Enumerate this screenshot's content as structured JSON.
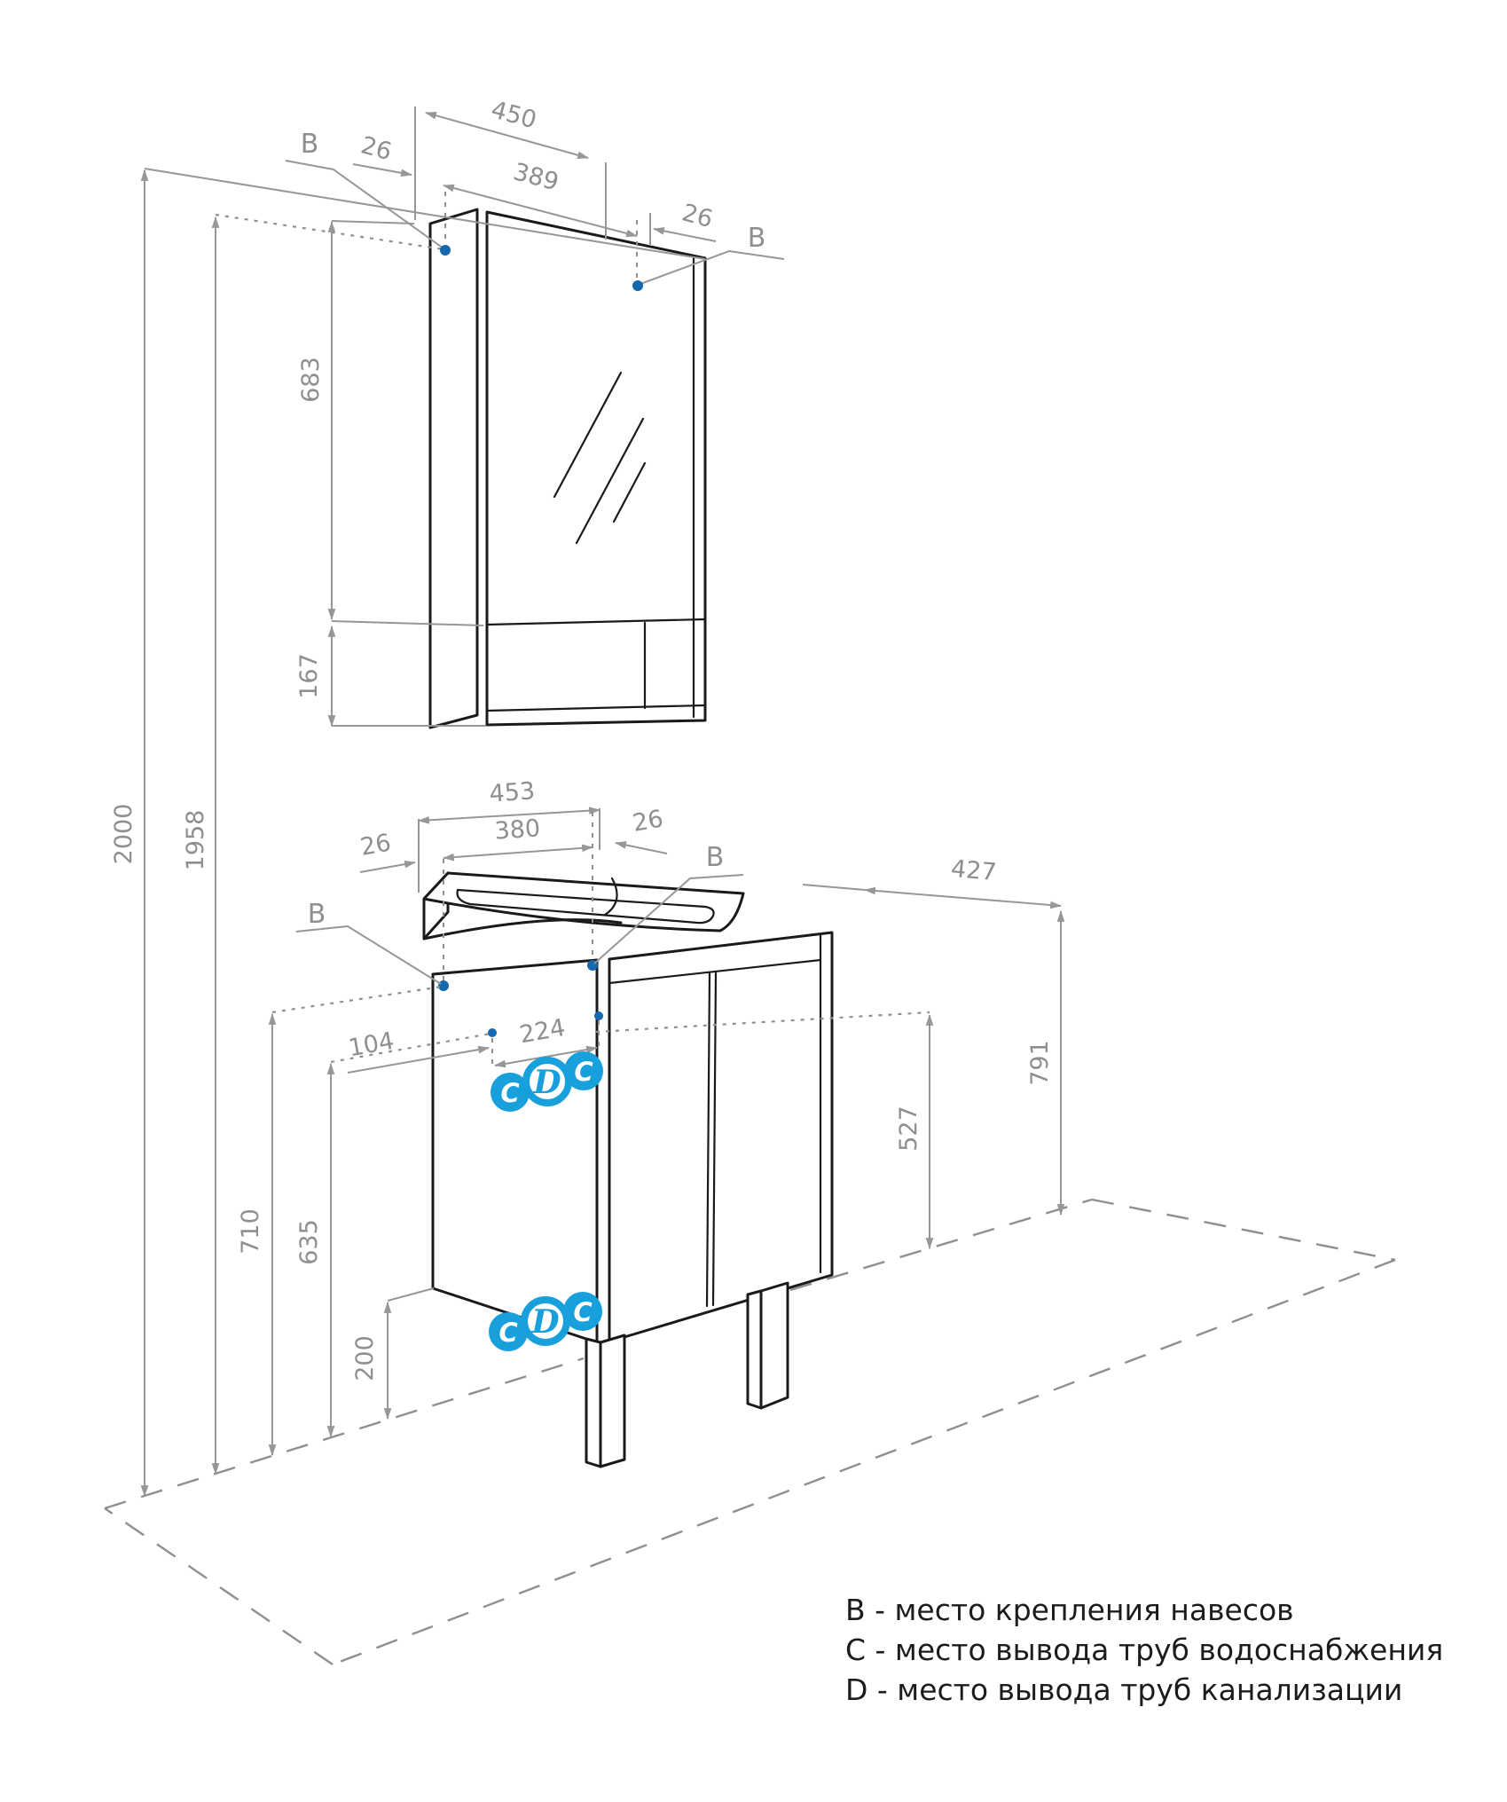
{
  "labels": {
    "mount": "B",
    "water": "C",
    "drain": "D"
  },
  "dims": {
    "wall": {
      "total_height": "2000",
      "mount_height": "1958"
    },
    "mirror": {
      "width": "450",
      "left_inset": "26",
      "mount_span": "389",
      "right_inset": "26",
      "door_height": "683",
      "shelf_height": "167"
    },
    "vanity": {
      "top_width": "453",
      "left_inset": "26",
      "mount_span": "380",
      "right_inset": "26",
      "back_offset": "104",
      "outlet_span": "224",
      "supply_height": "710",
      "drain_height": "635",
      "leg_height": "200",
      "outlet_height": "527",
      "basin_height": "791",
      "depth": "427"
    }
  },
  "legend": {
    "lines": [
      "B - место крепления навесов",
      "C - место вывода труб водоснабжения",
      "D - место вывода труб канализации"
    ]
  },
  "colors": {
    "accent_blue": "#18a0dc",
    "dot_blue": "#1568ad",
    "dim_gray": "#8f8f8f",
    "line_black": "#1a1a1a"
  }
}
